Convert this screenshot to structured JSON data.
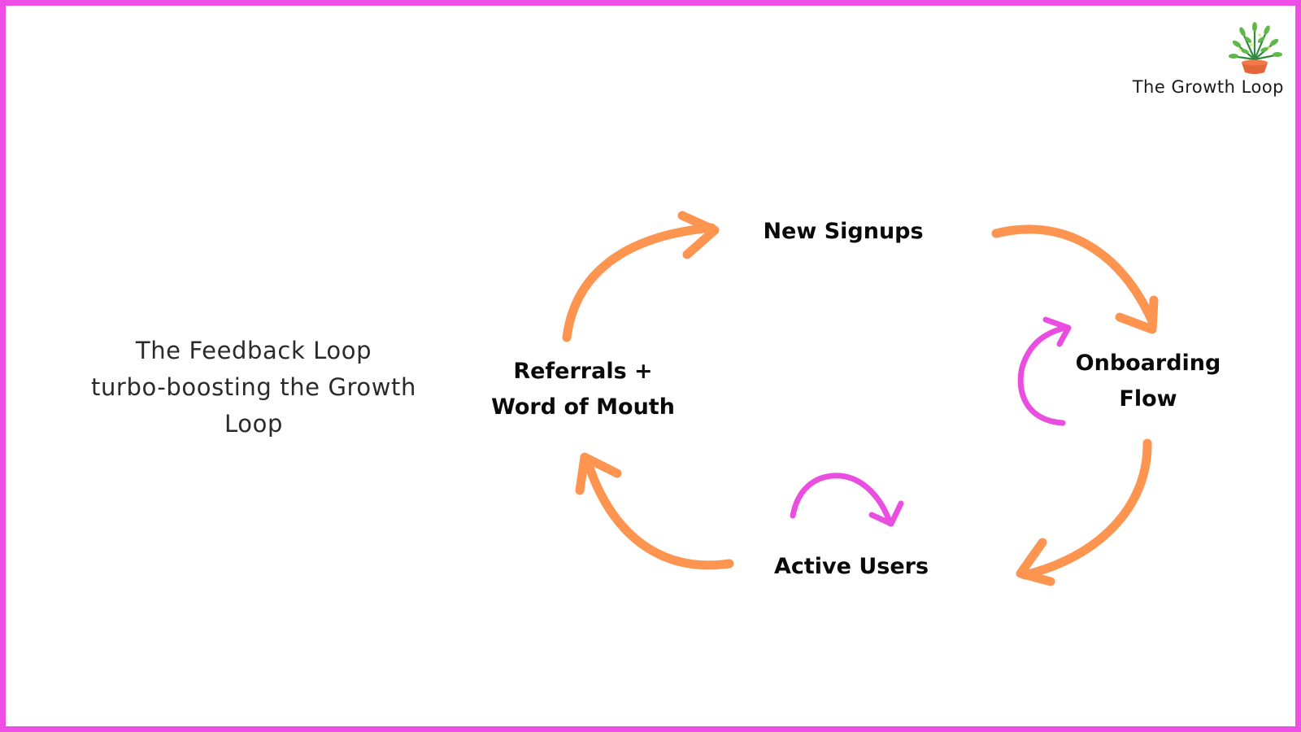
{
  "colors": {
    "frame": "#ee4ee4",
    "loop_arrow": "#fd9450",
    "inner_arrow": "#ea4ee0"
  },
  "brand": {
    "icon": "potted-plant-icon",
    "label": "The Growth Loop"
  },
  "caption": {
    "lines": [
      "The Feedback Loop",
      "turbo-boosting the Growth",
      "Loop"
    ]
  },
  "nodes": {
    "new_signups": {
      "lines": [
        "New Signups"
      ]
    },
    "onboarding_flow": {
      "lines": [
        "Onboarding",
        "Flow"
      ]
    },
    "active_users": {
      "lines": [
        "Active Users"
      ]
    },
    "referrals": {
      "lines": [
        "Referrals +",
        "Word of Mouth"
      ]
    }
  },
  "edges": [
    {
      "from": "New Signups",
      "to": "Onboarding Flow",
      "style": "orange-arrow"
    },
    {
      "from": "Onboarding Flow",
      "to": "Active Users",
      "style": "orange-arrow"
    },
    {
      "from": "Active Users",
      "to": "Referrals + Word of Mouth",
      "style": "orange-arrow"
    },
    {
      "from": "Referrals + Word of Mouth",
      "to": "New Signups",
      "style": "orange-arrow"
    },
    {
      "from": "Onboarding Flow",
      "to": "Onboarding Flow",
      "style": "pink-feedback-arrow"
    },
    {
      "from": "Active Users",
      "to": "Active Users",
      "style": "pink-feedback-arrow"
    }
  ]
}
